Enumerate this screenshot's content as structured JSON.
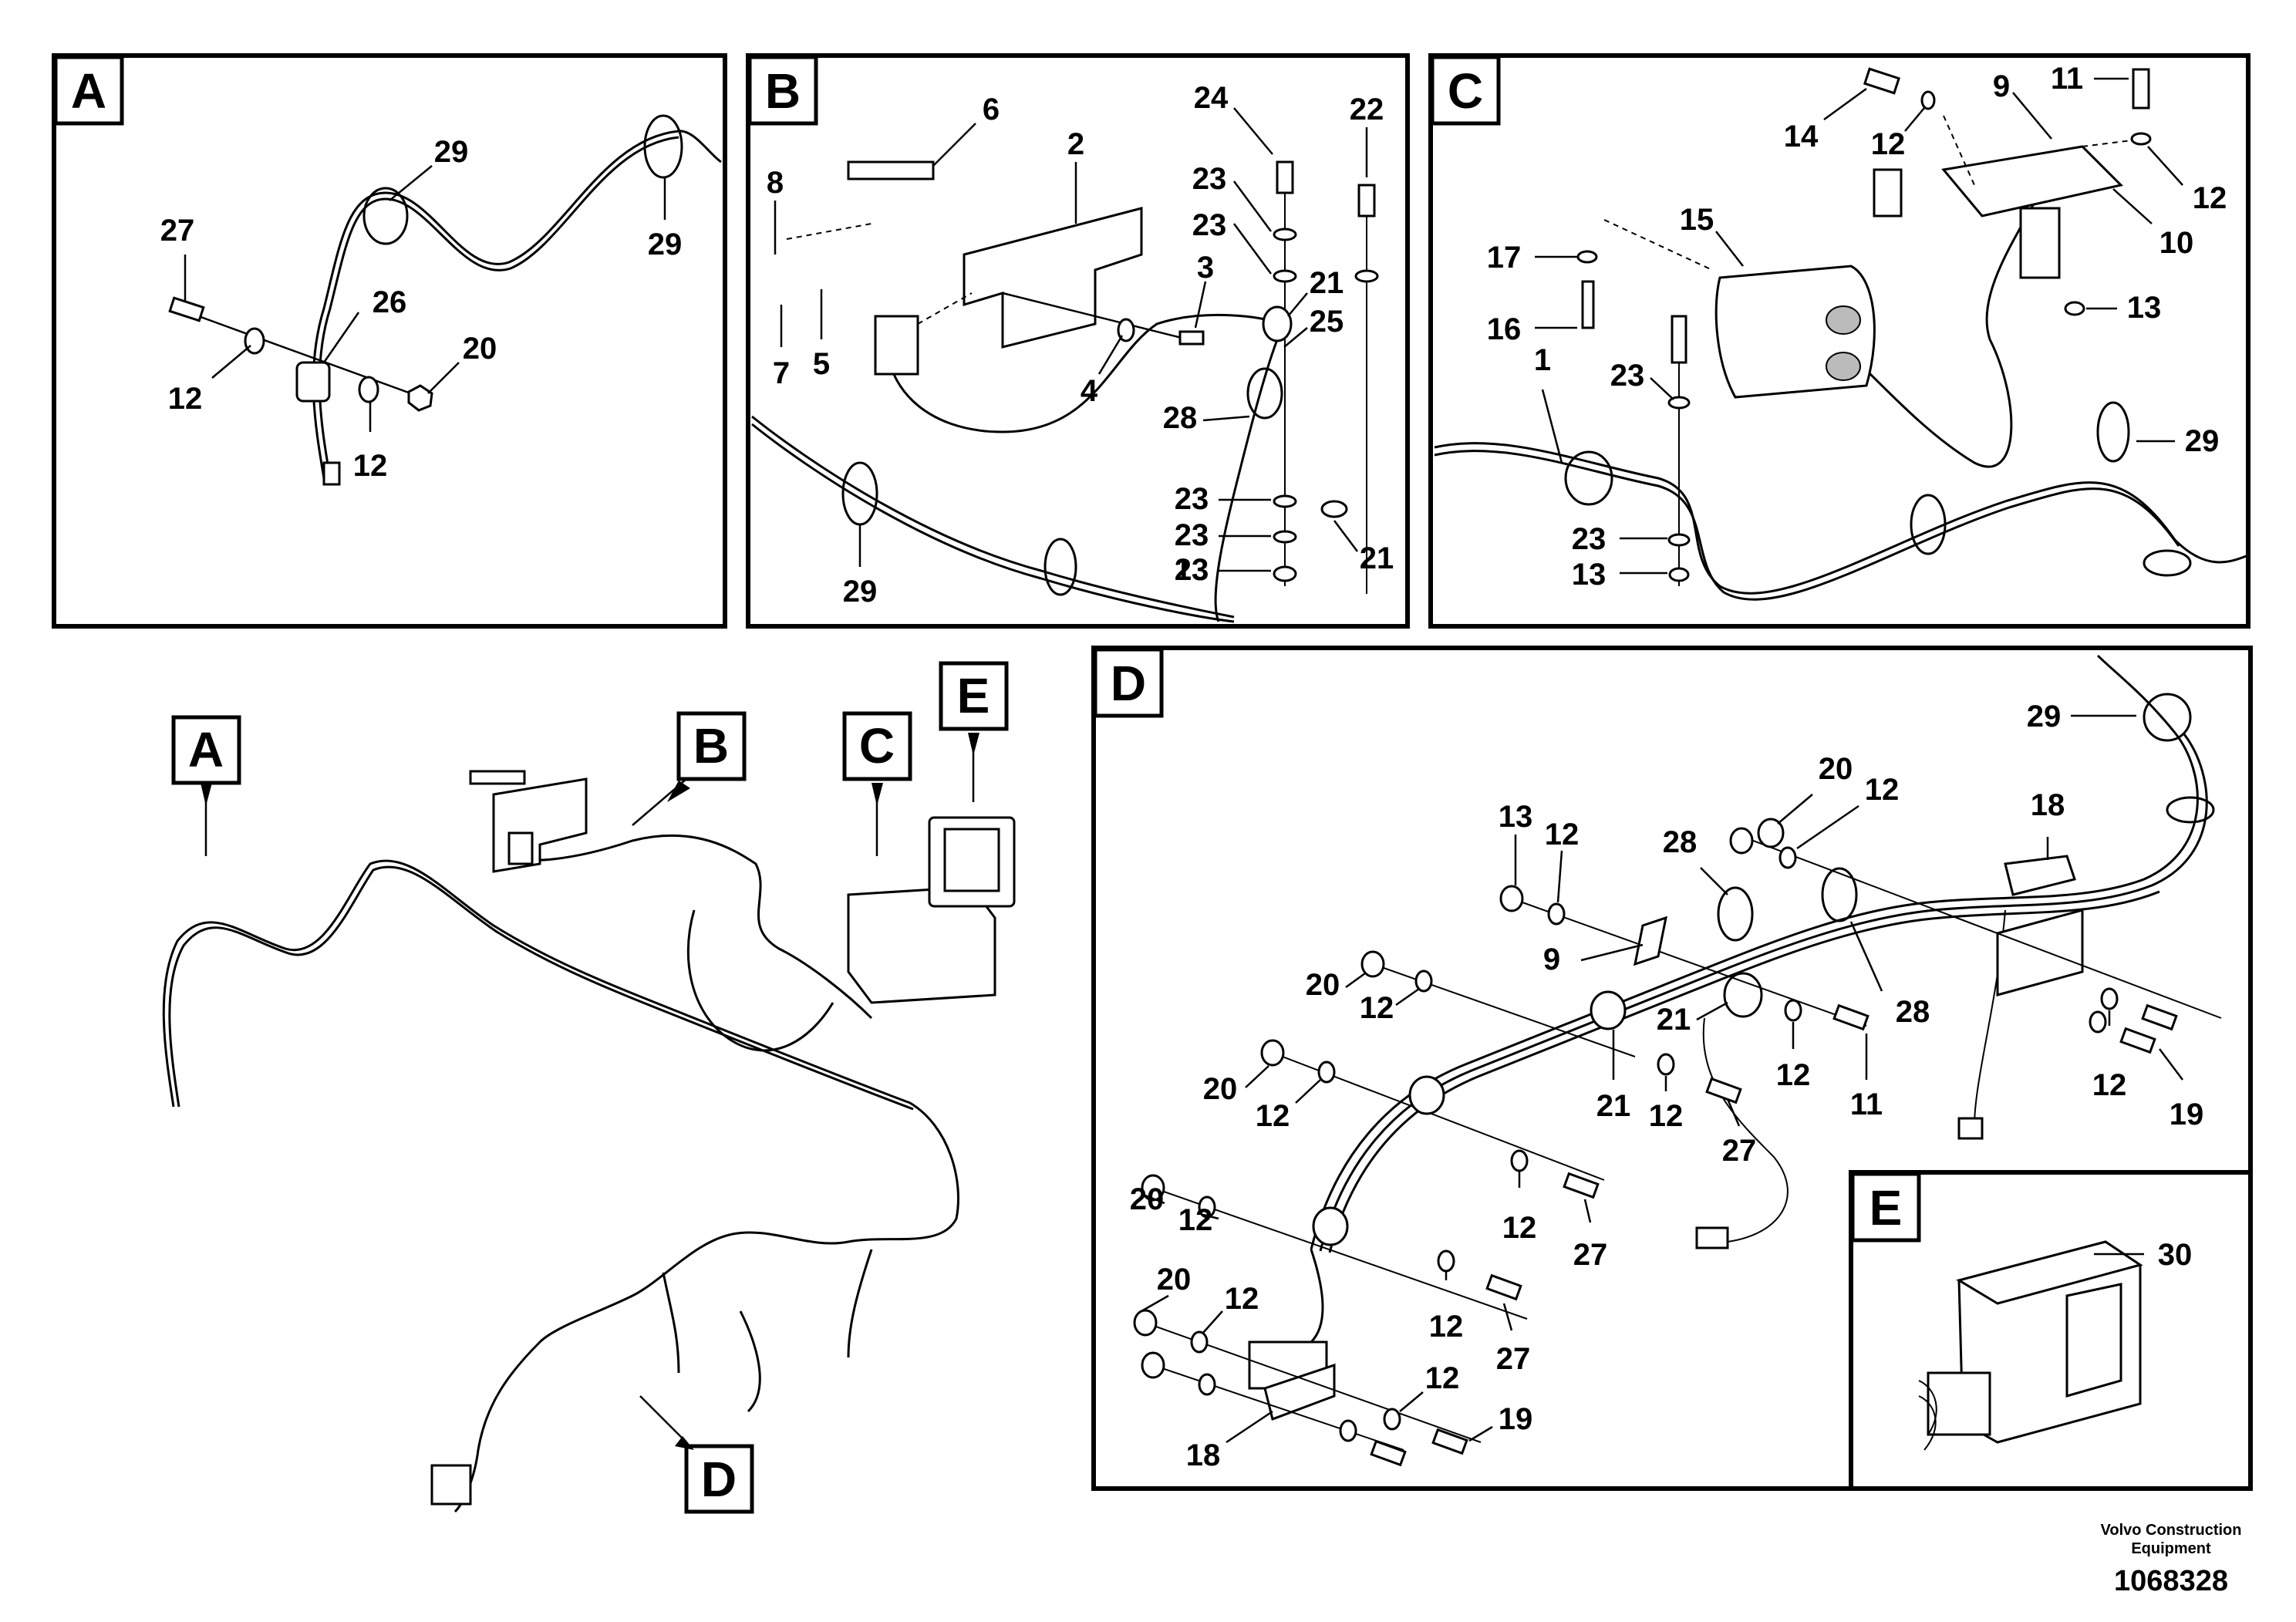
{
  "panels": [
    {
      "letter": "A"
    },
    {
      "letter": "B"
    },
    {
      "letter": "C"
    },
    {
      "letter": "D"
    },
    {
      "letter": "E"
    }
  ],
  "overview_tags": [
    "A",
    "B",
    "C",
    "E",
    "D"
  ],
  "callouts": {
    "A": [
      "27",
      "29",
      "26",
      "29",
      "20",
      "12",
      "12"
    ],
    "B": [
      "6",
      "2",
      "24",
      "22",
      "8",
      "23",
      "23",
      "3",
      "21",
      "25",
      "5",
      "7",
      "4",
      "28",
      "23",
      "23",
      "23",
      "13",
      "21",
      "29"
    ],
    "C": [
      "11",
      "9",
      "14",
      "12",
      "12",
      "10",
      "15",
      "17",
      "13",
      "16",
      "1",
      "23",
      "29",
      "23",
      "13"
    ],
    "D": [
      "29",
      "20",
      "12",
      "18",
      "13",
      "12",
      "28",
      "9",
      "20",
      "12",
      "21",
      "28",
      "12",
      "11",
      "21",
      "12",
      "27",
      "20",
      "12",
      "20",
      "12",
      "12",
      "27",
      "12",
      "19",
      "20",
      "12",
      "12",
      "27",
      "12",
      "19",
      "18"
    ],
    "E": [
      "30"
    ]
  },
  "footer": {
    "brand_line1": "Volvo Construction",
    "brand_line2": "Equipment",
    "doc_number": "1068328"
  }
}
